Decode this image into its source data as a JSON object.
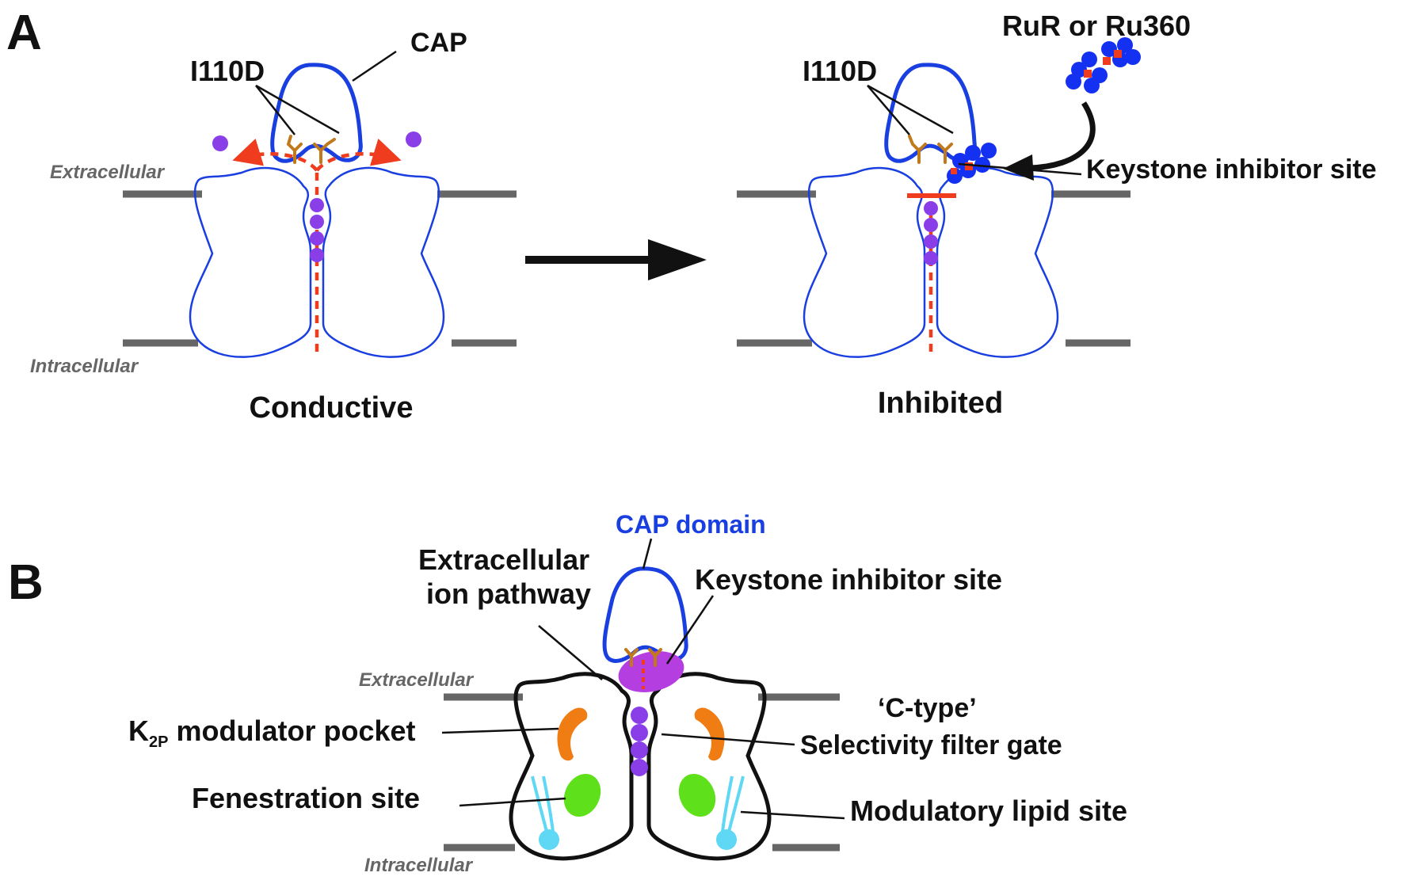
{
  "panels": {
    "a": {
      "letter": "A",
      "conductive": {
        "extracellular": "Extracellular",
        "intracellular": "Intracellular",
        "mutation": "I110D",
        "cap": "CAP",
        "state": "Conductive"
      },
      "inhibited": {
        "mutation": "I110D",
        "drug": "RuR or Ru360",
        "site": "Keystone inhibitor site",
        "state": "Inhibited"
      }
    },
    "b": {
      "letter": "B",
      "cap_domain": "CAP domain",
      "extracellular_path_1": "Extracellular",
      "extracellular_path_2": "ion pathway",
      "keystone": "Keystone inhibitor site",
      "extracellular": "Extracellular",
      "intracellular": "Intracellular",
      "k2p_main": "K",
      "k2p_sub": "2P",
      "k2p_rest": " modulator pocket",
      "ctype_1": "‘C-type’",
      "ctype_2": "Selectivity filter gate",
      "fenestration": "Fenestration site",
      "lipid": "Modulatory lipid site"
    }
  },
  "colors": {
    "channel_outline": "#1a3fe0",
    "cap_outline": "#1a3fe0",
    "ion": "#8a3ee8",
    "ion_path": "#f03c1e",
    "residue": "#c07a1c",
    "drug": "#1430f0",
    "keystone_site": "#b53ee0",
    "modulator_pocket": "#f07c14",
    "fenestration": "#5ee01a",
    "lipid": "#5fd8f5",
    "membrane": "#666666",
    "cap_domain_label": "#1a3fe0"
  }
}
